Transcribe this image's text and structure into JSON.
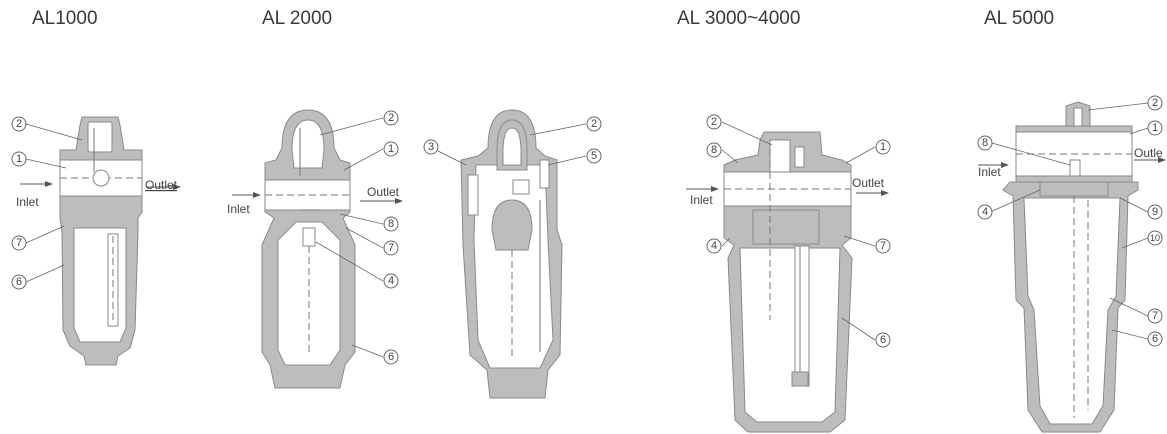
{
  "titles": {
    "al1000": "AL1000",
    "al2000": "AL 2000",
    "al3000": "AL 3000~4000",
    "al5000": "AL 5000"
  },
  "ports": {
    "inlet": "Inlet",
    "outlet": "Outlet",
    "outlet_cut": "Outle"
  },
  "callouts": {
    "n1": "1",
    "n2": "2",
    "n3": "3",
    "n4": "4",
    "n5": "5",
    "n6": "6",
    "n7": "7",
    "n8": "8",
    "n9": "9",
    "n10": "10"
  },
  "colors": {
    "body": "#bdbdbd",
    "outline": "#8a8a8a",
    "background": "#ffffff"
  }
}
